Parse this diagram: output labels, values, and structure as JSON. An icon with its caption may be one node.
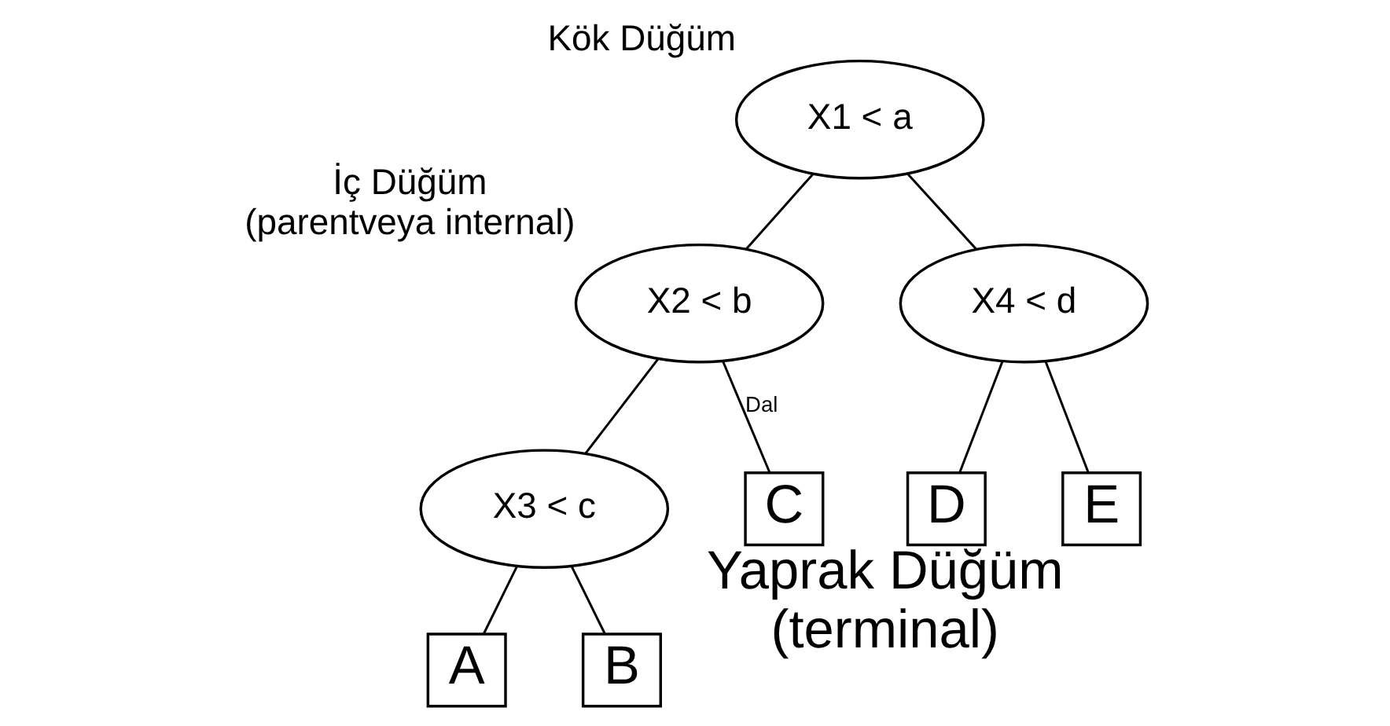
{
  "diagram": {
    "nodes": [
      {
        "text": [
          "X1 < a"
        ],
        "beside": [
          "Kök Düğüm"
        ]
      },
      {
        "text": [
          "X2 < b"
        ],
        "beside": [
          "İç Düğüm",
          "(parentveya internal)"
        ]
      },
      {
        "text": [
          "X4 < d"
        ]
      },
      {
        "text": [
          "X3 < c"
        ]
      },
      {
        "text": [
          "C"
        ]
      },
      {
        "text": [
          "D"
        ]
      },
      {
        "text": [
          "E"
        ],
        "beside": [
          "Yaprak Düğüm",
          "(terminal)"
        ]
      },
      {
        "text": [
          "A"
        ]
      },
      {
        "text": [
          "B"
        ]
      }
    ],
    "edges": [
      {
        "from": 0,
        "to": 1,
        "arrow": "none"
      },
      {
        "from": 0,
        "to": 2,
        "arrow": "none"
      },
      {
        "from": 1,
        "to": 3,
        "arrow": "none"
      },
      {
        "from": 1,
        "to": 4,
        "arrow": "none",
        "label": "Dal"
      },
      {
        "from": 2,
        "to": 5,
        "arrow": "none"
      },
      {
        "from": 2,
        "to": 6,
        "arrow": "none"
      },
      {
        "from": 3,
        "to": 7,
        "arrow": "none"
      },
      {
        "from": 3,
        "to": 8,
        "arrow": "none"
      }
    ]
  }
}
